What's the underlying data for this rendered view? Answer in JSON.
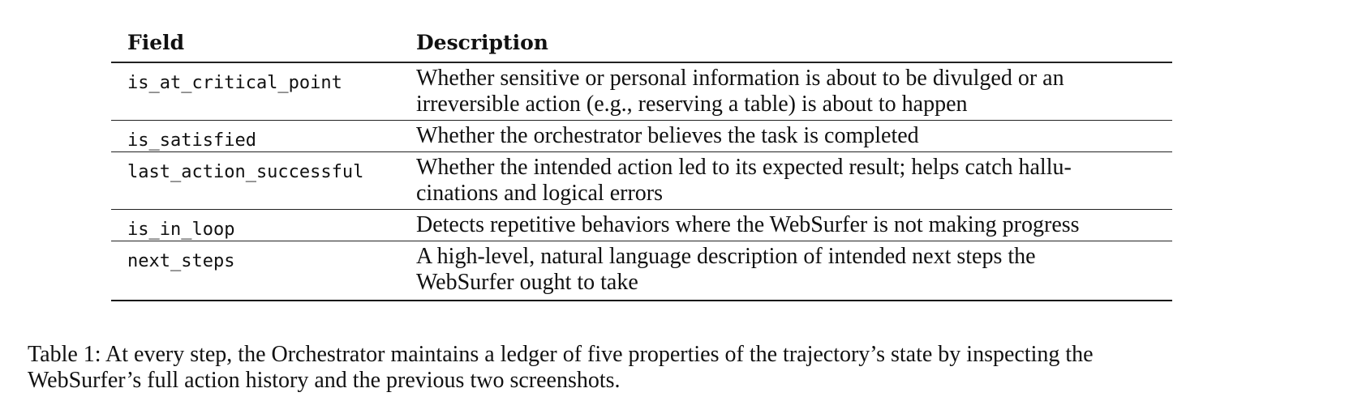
{
  "table": {
    "headers": {
      "field": "Field",
      "description": "Description"
    },
    "rows": [
      {
        "field": "is_at_critical_point",
        "description_lines": [
          "Whether sensitive or personal information is about to be divulged or an",
          "irreversible action (e.g., reserving a table) is about to happen"
        ]
      },
      {
        "field": "is_satisfied",
        "description_lines": [
          "Whether the orchestrator believes the task is completed"
        ]
      },
      {
        "field": "last_action_successful",
        "description_lines": [
          "Whether the intended action led to its expected result; helps catch hallu-",
          "cinations and logical errors"
        ]
      },
      {
        "field": "is_in_loop",
        "description_lines": [
          "Detects repetitive behaviors where the WebSurfer is not making progress"
        ]
      },
      {
        "field": "next_steps",
        "description_lines": [
          "A high-level, natural language description of intended next steps the",
          "WebSurfer ought to take"
        ]
      }
    ]
  },
  "caption": {
    "lines": [
      "Table 1: At every step, the Orchestrator maintains a ledger of five properties of the trajectory’s state by inspecting the",
      "WebSurfer’s full action history and the previous two screenshots."
    ]
  }
}
